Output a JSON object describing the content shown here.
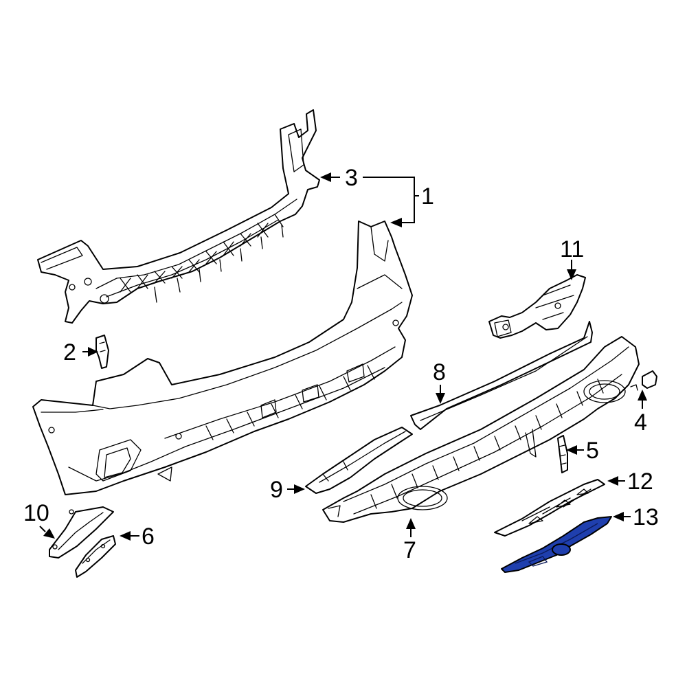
{
  "diagram": {
    "highlight_color": "#1f3fae",
    "highlighted_part": "13",
    "callouts": {
      "c1": "1",
      "c2": "2",
      "c3": "3",
      "c4": "4",
      "c5": "5",
      "c6": "6",
      "c7": "7",
      "c8": "8",
      "c9": "9",
      "c10": "10",
      "c11": "11",
      "c12": "12",
      "c13": "13"
    }
  }
}
